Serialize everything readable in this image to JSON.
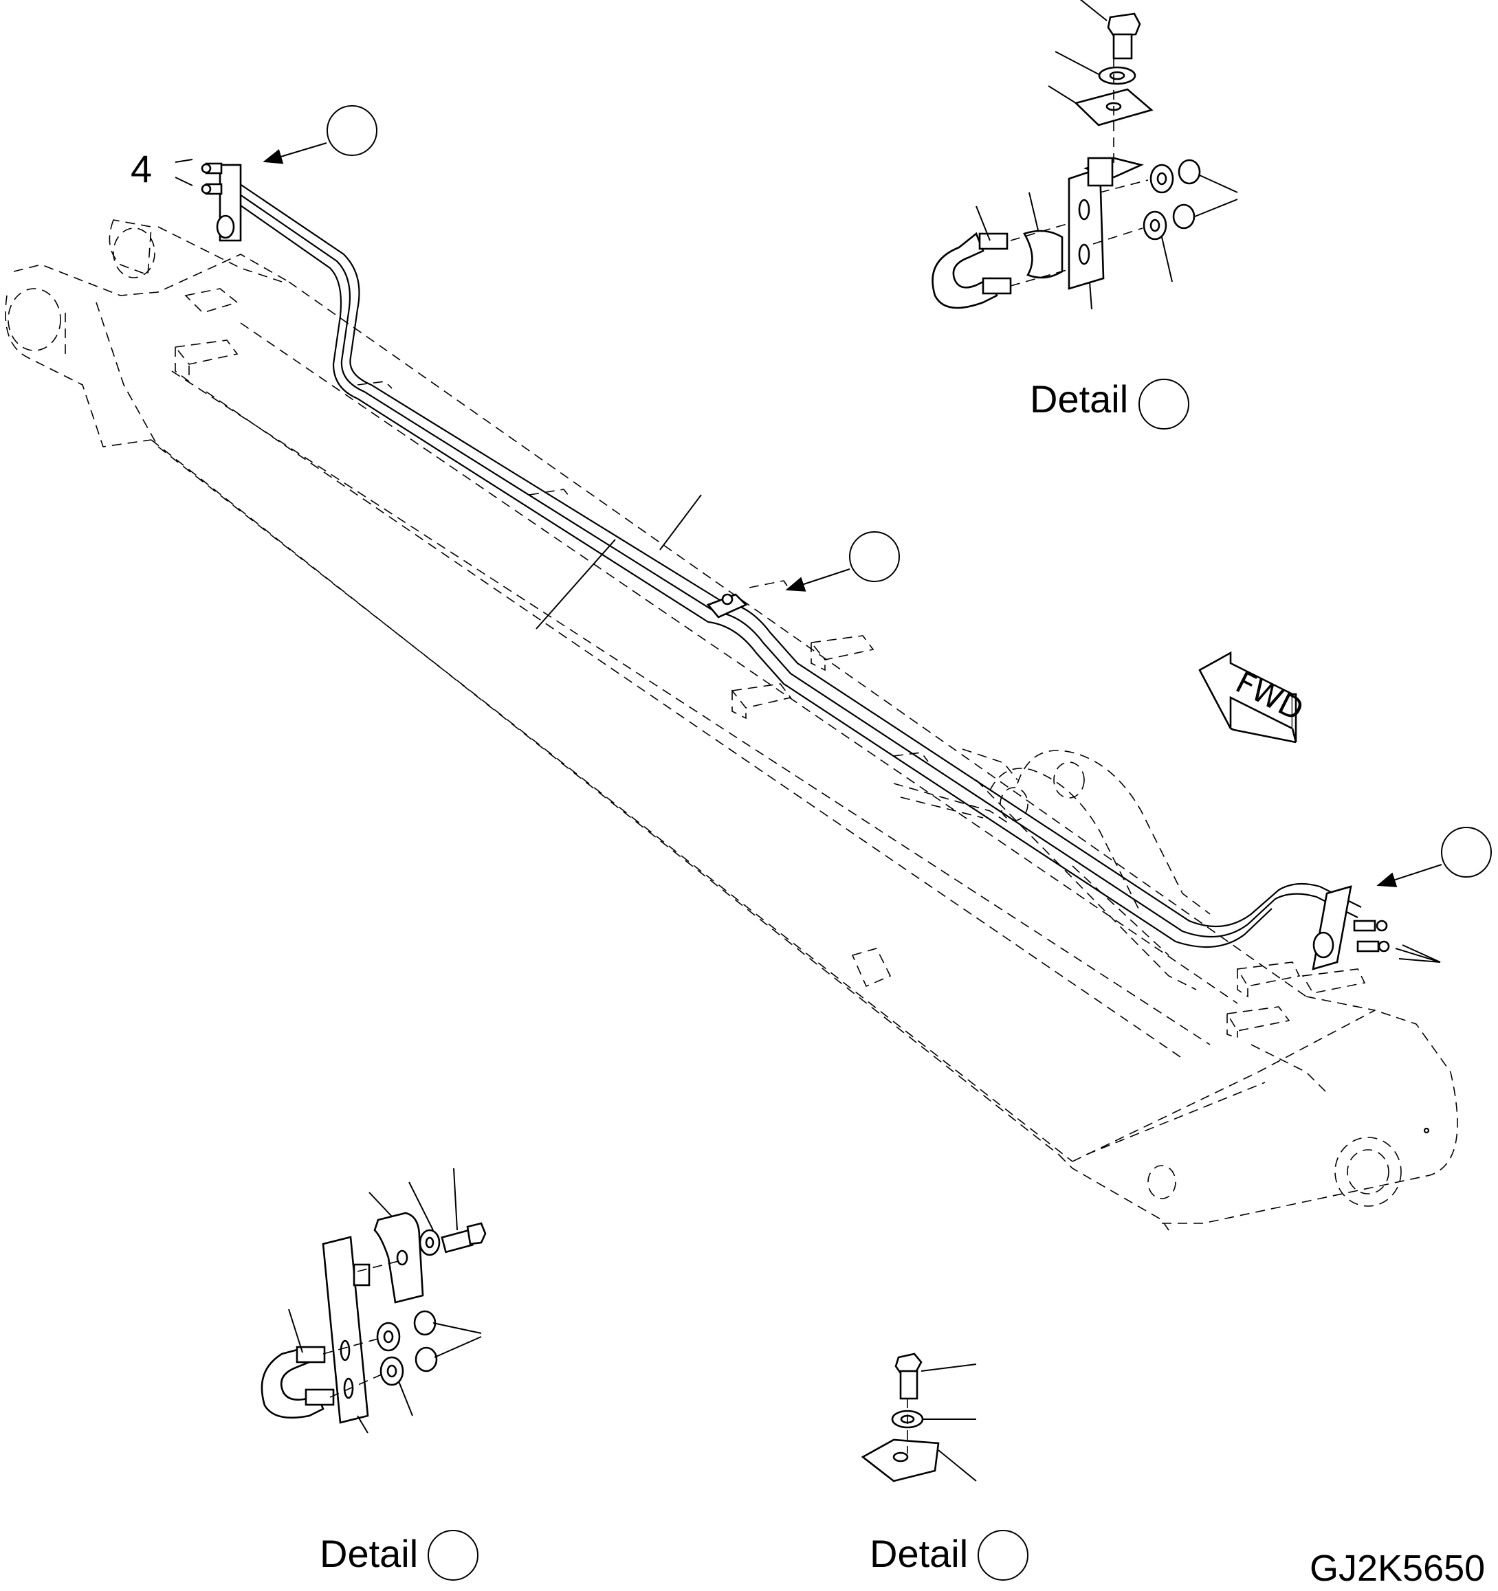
{
  "drawing_code": "GJ2K5650",
  "part_callout_4": "4",
  "fwd_arrow_text": "FWD",
  "details": [
    {
      "label": "Detail"
    },
    {
      "label": "Detail"
    },
    {
      "label": "Detail"
    }
  ],
  "icons": {
    "arrow": "arrow-icon",
    "fwd": "fwd-arrow-icon"
  }
}
